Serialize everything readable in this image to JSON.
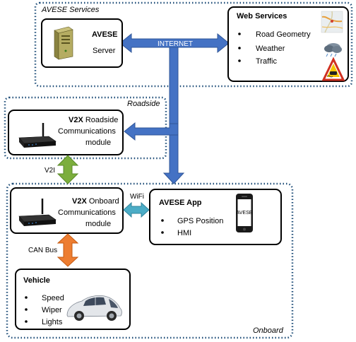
{
  "zones": {
    "services": "AVESE Services",
    "roadside": "Roadside",
    "onboard": "Onboard"
  },
  "server": {
    "title": "AVESE",
    "subtitle": "Server"
  },
  "web_services": {
    "title": "Web Services",
    "items": [
      "Road Geometry",
      "Weather",
      "Traffic"
    ]
  },
  "rsu": {
    "title_bold": "V2X",
    "title_rest": " Roadside",
    "line2": "Communications",
    "line3": "module"
  },
  "obu": {
    "title_bold": "V2X",
    "title_rest": " Onboard",
    "line2": "Communications",
    "line3": "module"
  },
  "app": {
    "title": "AVESE App",
    "items": [
      "GPS Position",
      "HMI"
    ],
    "phone_label": "AVESE"
  },
  "vehicle": {
    "title": "Vehicle",
    "items": [
      "Speed",
      "Wiper",
      "Lights"
    ]
  },
  "links": {
    "internet": "INTERNET",
    "v2i": "V2I",
    "wifi": "WiFi",
    "can": "CAN Bus"
  },
  "colors": {
    "zone_border": "#1f4e79",
    "internet_arrow": "#4472c4",
    "v2i_arrow": "#7cae3c",
    "wifi_arrow": "#4bacc6",
    "can_arrow": "#ed7d31"
  }
}
